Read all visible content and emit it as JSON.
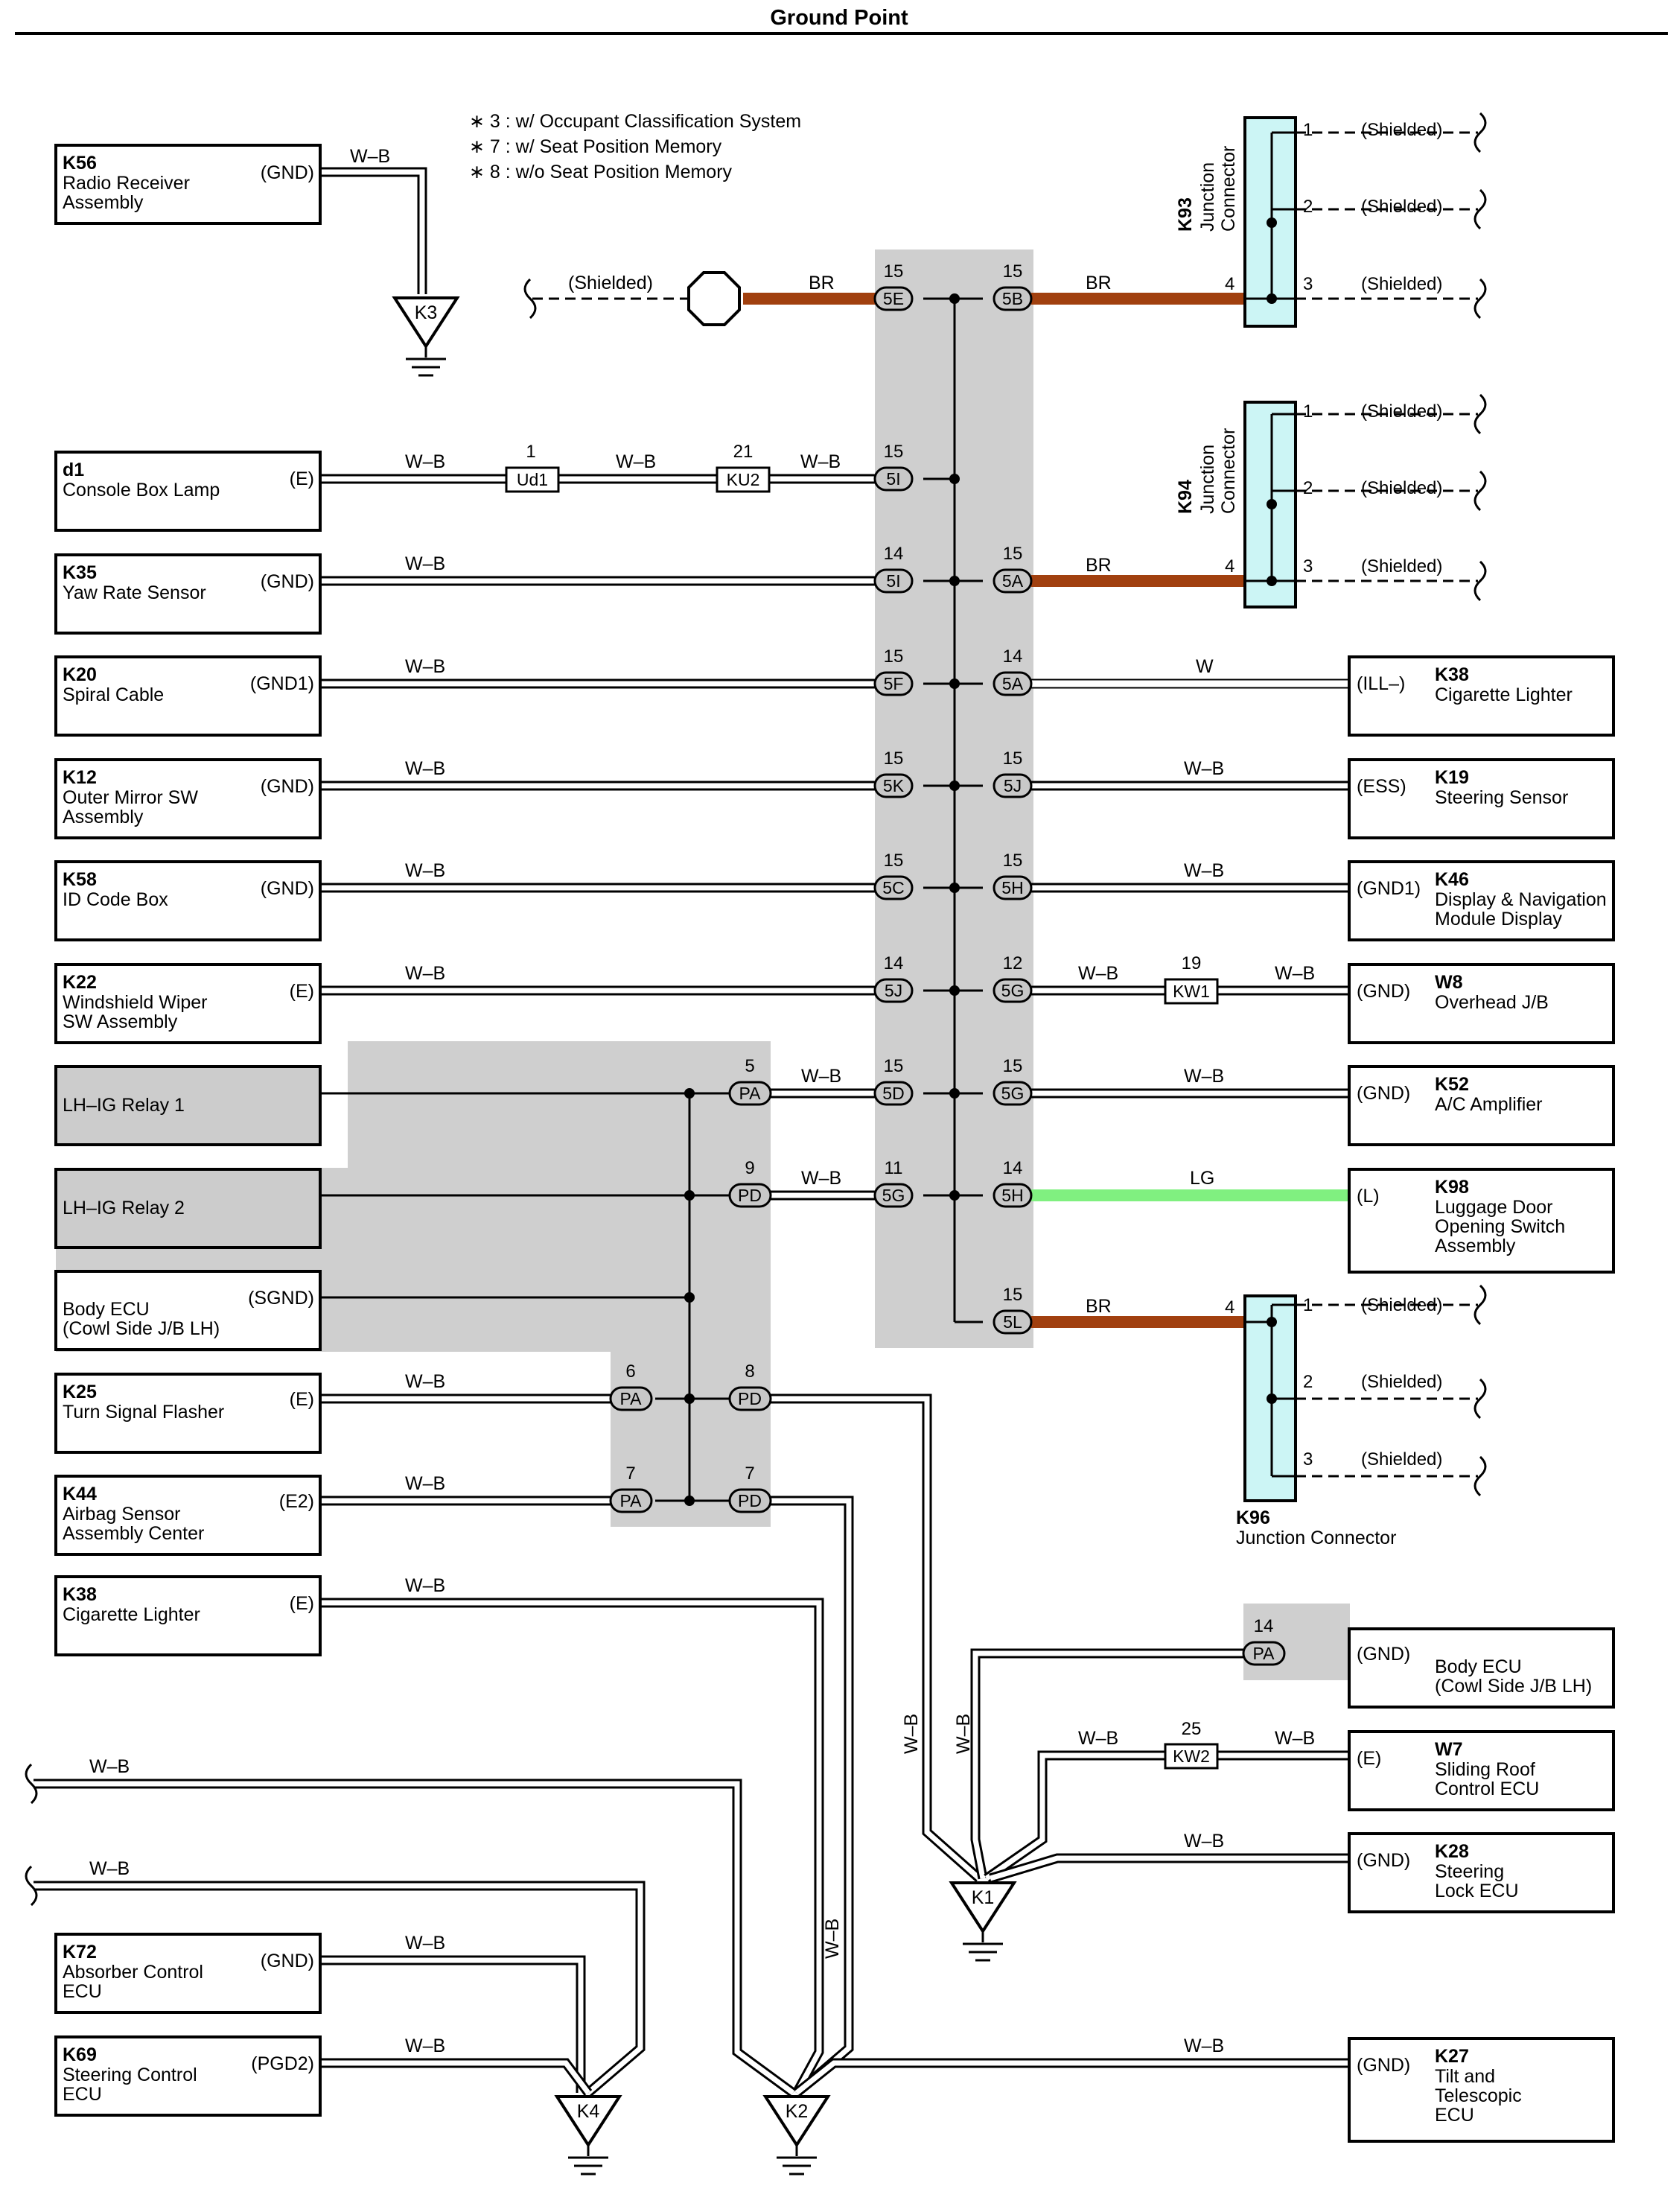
{
  "title": "Ground Point",
  "notes": [
    "∗ 3 : w/ Occupant Classification System",
    "∗ 7 : w/ Seat Position Memory",
    "∗ 8 : w/o Seat Position Memory"
  ],
  "left_components": [
    {
      "code": "K56",
      "name1": "Radio Receiver",
      "name2": "Assembly",
      "name3": "",
      "term": "(GND)"
    },
    {
      "code": "d1",
      "name1": "Console Box Lamp",
      "name2": "",
      "name3": "",
      "term": "(E)"
    },
    {
      "code": "K35",
      "name1": "Yaw Rate Sensor",
      "name2": "",
      "name3": "",
      "term": "(GND)"
    },
    {
      "code": "K20",
      "name1": "Spiral Cable",
      "name2": "",
      "name3": "",
      "term": "(GND1)"
    },
    {
      "code": "K12",
      "name1": "Outer Mirror SW",
      "name2": "Assembly",
      "name3": "",
      "term": "(GND)"
    },
    {
      "code": "K58",
      "name1": "ID Code Box",
      "name2": "",
      "name3": "",
      "term": "(GND)"
    },
    {
      "code": "K22",
      "name1": "Windshield Wiper",
      "name2": "SW Assembly",
      "name3": "",
      "term": "(E)"
    },
    {
      "code": "",
      "name1": "LH–IG Relay 1",
      "name2": "",
      "name3": "",
      "term": ""
    },
    {
      "code": "",
      "name1": "LH–IG Relay 2",
      "name2": "",
      "name3": "",
      "term": ""
    },
    {
      "code": "",
      "name1": "Body ECU",
      "name2": "(Cowl Side J/B LH)",
      "name3": "",
      "term": "(SGND)"
    },
    {
      "code": "K25",
      "name1": "Turn Signal Flasher",
      "name2": "",
      "name3": "",
      "term": "(E)"
    },
    {
      "code": "K44",
      "name1": "Airbag Sensor",
      "name2": "Assembly Center",
      "name3": "",
      "term": "(E2)"
    },
    {
      "code": "K38",
      "name1": "Cigarette Lighter",
      "name2": "",
      "name3": "",
      "term": "(E)"
    },
    {
      "code": "K72",
      "name1": "Absorber Control",
      "name2": "ECU",
      "name3": "",
      "term": "(GND)"
    },
    {
      "code": "K69",
      "name1": "Steering Control",
      "name2": "ECU",
      "name3": "",
      "term": "(PGD2)"
    }
  ],
  "right_components": [
    {
      "code": "K38",
      "name1": "Cigarette Lighter",
      "name2": "",
      "name3": "",
      "term": "(ILL–)"
    },
    {
      "code": "K19",
      "name1": "Steering Sensor",
      "name2": "",
      "name3": "",
      "term": "(ESS)"
    },
    {
      "code": "K46",
      "name1": "Display & Navigation",
      "name2": "Module Display",
      "name3": "",
      "term": "(GND1)"
    },
    {
      "code": "W8",
      "name1": "Overhead J/B",
      "name2": "",
      "name3": "",
      "term": "(GND)"
    },
    {
      "code": "K52",
      "name1": "A/C Amplifier",
      "name2": "",
      "name3": "",
      "term": "(GND)"
    },
    {
      "code": "K98",
      "name1": "Luggage Door",
      "name2": "Opening Switch",
      "name3": "Assembly",
      "term": "(L)"
    },
    {
      "code": "",
      "name1": "Body ECU",
      "name2": "(Cowl Side J/B LH)",
      "name3": "",
      "term": "(GND)"
    },
    {
      "code": "W7",
      "name1": "Sliding Roof",
      "name2": "Control ECU",
      "name3": "",
      "term": "(E)"
    },
    {
      "code": "K28",
      "name1": "Steering",
      "name2": "Lock ECU",
      "name3": "",
      "term": "(GND)"
    },
    {
      "code": "K27",
      "name1": "Tilt and",
      "name2": "Telescopic",
      "name3": "ECU",
      "term": "(GND)"
    }
  ],
  "junction_connectors": [
    {
      "code": "K93",
      "name1": "Junction",
      "name2": "Connector"
    },
    {
      "code": "K94",
      "name1": "Junction",
      "name2": "Connector"
    },
    {
      "code": "K96",
      "name1": "Junction Connector",
      "name2": ""
    }
  ],
  "shielded": "(Shielded)",
  "grounds": [
    "K3",
    "K1",
    "K4",
    "K2"
  ],
  "wire_colors": {
    "wb": "W–B",
    "br": "BR",
    "w": "W",
    "lg": "LG"
  },
  "inline_connectors": [
    "Ud1",
    "KU2",
    "KW1",
    "KW2"
  ],
  "jc_pins": [
    "5E",
    "5B",
    "5I",
    "5I",
    "5A",
    "5F",
    "5A",
    "5K",
    "5J",
    "5C",
    "5H",
    "5J",
    "5G",
    "5D",
    "5G",
    "5G",
    "5H",
    "5L",
    "PA",
    "PD",
    "PA",
    "PD",
    "PA",
    "PD",
    "PA"
  ],
  "pin_numbers": [
    "15",
    "15",
    "1",
    "21",
    "15",
    "14",
    "15",
    "15",
    "14",
    "15",
    "15",
    "15",
    "15",
    "14",
    "12",
    "19",
    "5",
    "15",
    "15",
    "9",
    "11",
    "14",
    "15",
    "6",
    "8",
    "7",
    "7",
    "14",
    "25",
    "1",
    "2",
    "3",
    "4"
  ],
  "colors": {
    "br": "#a1400f",
    "lg": "#80f080",
    "jc": "#ccf5f5",
    "shade": "#cfcfcf"
  }
}
